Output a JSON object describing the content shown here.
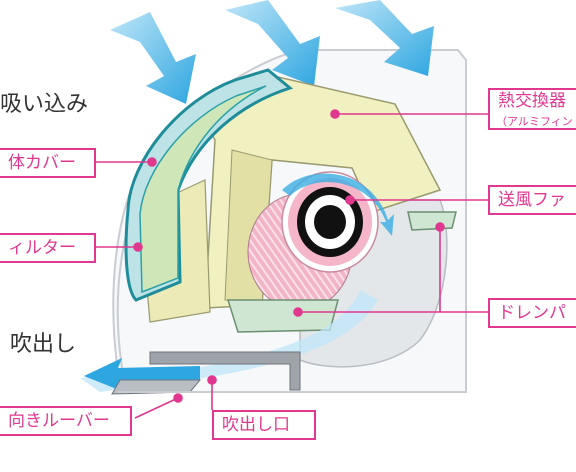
{
  "labels": {
    "intake": "吸い込み",
    "outlet_air": "吹出し",
    "body_cover": "体カバー",
    "filter": "ィルター",
    "heat_exchanger": "熱交換器",
    "heat_exchanger_sub": "（アルミフィン",
    "fan": "送風ファ",
    "drain_pan": "ドレンパ",
    "louver": "向きルーバー",
    "outlet_port": "吹出し口"
  },
  "colors": {
    "accent": "#e0388f",
    "airflow": "#3aaee4",
    "heat_exchanger_fill": "#f1f0c0",
    "filter_fill": "#cfe7b8",
    "fan_pink": "#f3b4c8"
  }
}
